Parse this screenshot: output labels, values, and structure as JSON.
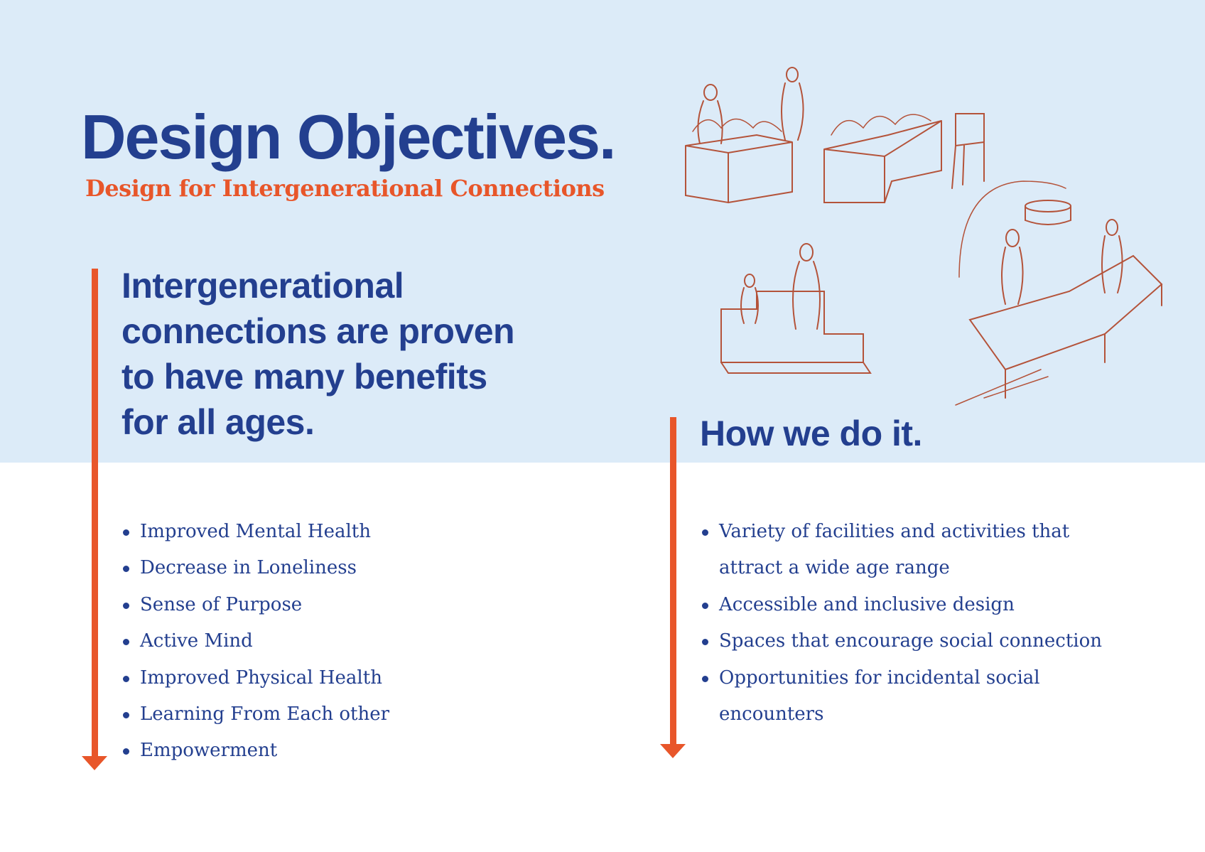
{
  "title": "Design Objectives.",
  "subtitle": "Design for Intergenerational Connections",
  "left": {
    "heading_lines": [
      "Intergenerational",
      "connections are proven",
      "to have many benefits",
      "for all ages."
    ],
    "items": [
      "Improved Mental Health",
      "Decrease in Loneliness",
      "Sense of Purpose",
      "Active Mind",
      "Improved Physical Health",
      "Learning From Each other",
      "Empowerment"
    ]
  },
  "right": {
    "heading": "How we do it.",
    "items": [
      "Variety of facilities and activities that attract a wide age range",
      "Accessible and inclusive design",
      "Spaces that encourage social connection",
      "Opportunities for incidental social encounters"
    ]
  },
  "colors": {
    "navy": "#233f8f",
    "orange": "#e8562a",
    "background": "#dcebf8",
    "sketch": "#b4533a"
  }
}
